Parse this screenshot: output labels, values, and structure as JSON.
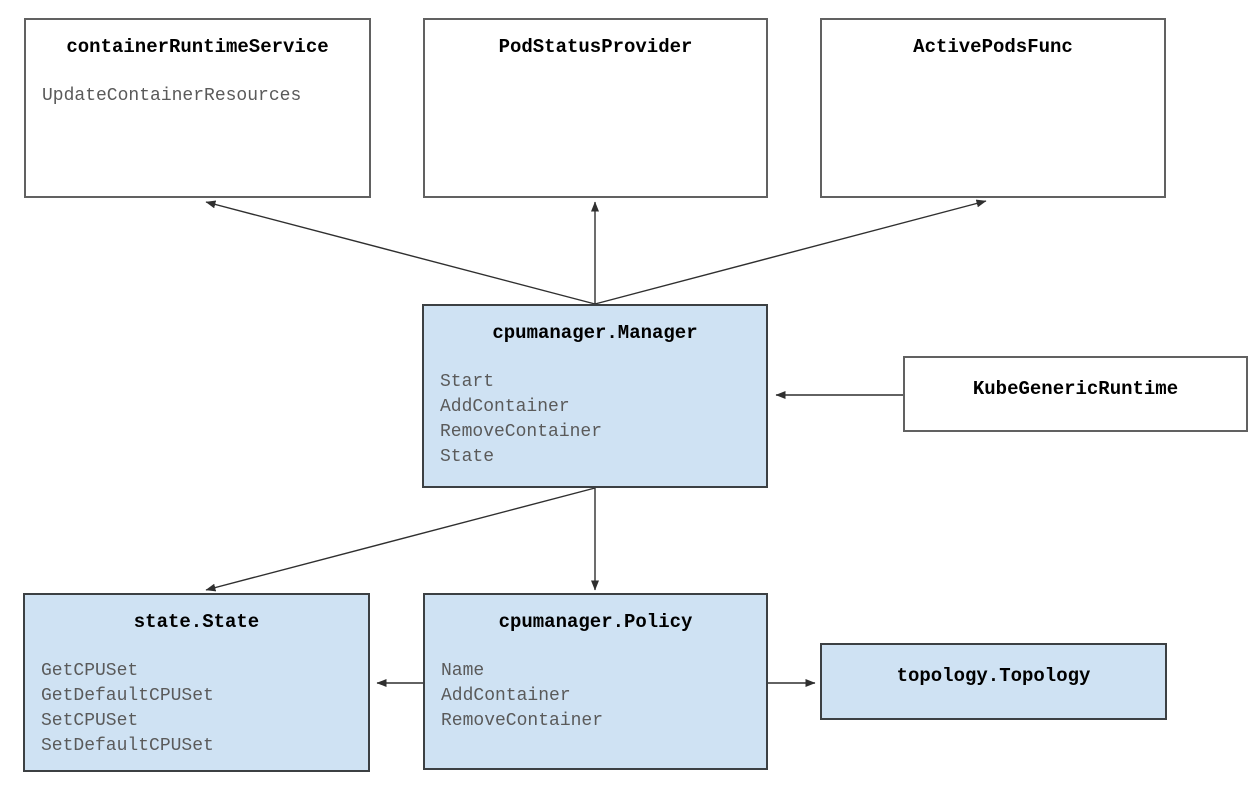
{
  "diagram": {
    "title": "cpumanager architecture diagram",
    "colors": {
      "node_fill_blue": "#cfe2f3",
      "node_fill_white": "#ffffff",
      "node_border_white": "#616161",
      "node_border_blue": "#3c4043",
      "title_text": "#000000",
      "method_text": "#5a5a5a",
      "edge": "#2f2f2f"
    },
    "boxes": {
      "container_runtime_service": {
        "title": "containerRuntimeService",
        "methods": [
          "UpdateContainerResources"
        ]
      },
      "pod_status_provider": {
        "title": "PodStatusProvider",
        "methods": []
      },
      "active_pods_func": {
        "title": "ActivePodsFunc",
        "methods": []
      },
      "cpumanager_manager": {
        "title": "cpumanager.Manager",
        "methods": [
          "Start",
          "AddContainer",
          "RemoveContainer",
          "State"
        ]
      },
      "kube_generic_runtime": {
        "title": "KubeGenericRuntime",
        "methods": []
      },
      "state_state": {
        "title": "state.State",
        "methods": [
          "GetCPUSet",
          "GetDefaultCPUSet",
          "SetCPUSet",
          "SetDefaultCPUSet"
        ]
      },
      "cpumanager_policy": {
        "title": "cpumanager.Policy",
        "methods": [
          "Name",
          "AddContainer",
          "RemoveContainer"
        ]
      },
      "topology_topology": {
        "title": "topology.Topology",
        "methods": []
      }
    },
    "edges": [
      {
        "from": "cpumanager.Manager",
        "to": "containerRuntimeService",
        "direction": "arrow-at-to"
      },
      {
        "from": "cpumanager.Manager",
        "to": "PodStatusProvider",
        "direction": "arrow-at-to"
      },
      {
        "from": "cpumanager.Manager",
        "to": "ActivePodsFunc",
        "direction": "arrow-at-to"
      },
      {
        "from": "cpumanager.Manager",
        "to": "state.State",
        "direction": "arrow-at-to"
      },
      {
        "from": "cpumanager.Manager",
        "to": "cpumanager.Policy",
        "direction": "arrow-at-to"
      },
      {
        "from": "KubeGenericRuntime",
        "to": "cpumanager.Manager",
        "direction": "arrow-at-to"
      },
      {
        "from": "cpumanager.Policy",
        "to": "state.State",
        "direction": "arrow-at-to"
      },
      {
        "from": "cpumanager.Policy",
        "to": "topology.Topology",
        "direction": "arrow-at-to"
      }
    ]
  }
}
